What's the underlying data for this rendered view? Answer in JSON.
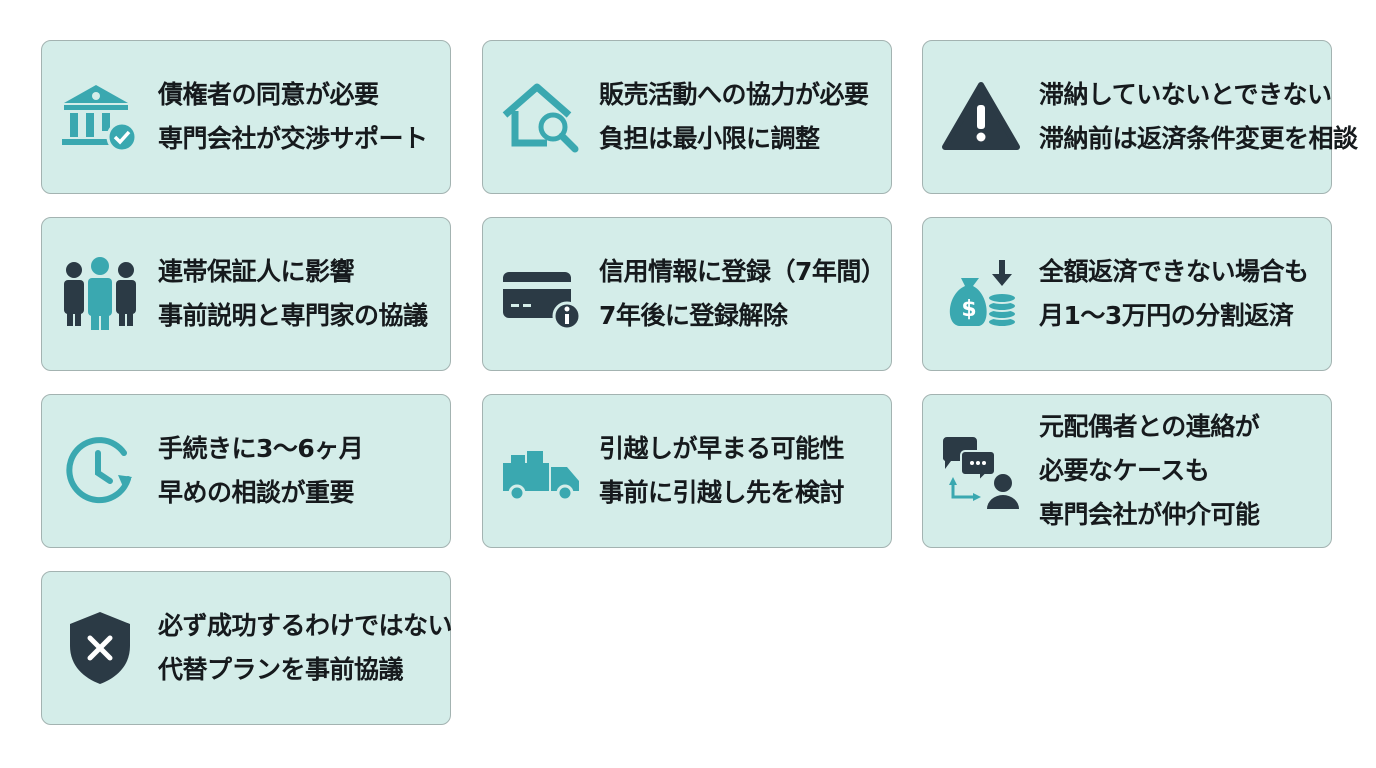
{
  "colors": {
    "card_bg": "#d4ede9",
    "teal": "#3aa8b0",
    "dark": "#2b3a45",
    "border": "#a3b3b1"
  },
  "cards": [
    {
      "icon": "bank-check-icon",
      "lines": [
        "債権者の同意が必要",
        "専門会社が交渉サポート"
      ]
    },
    {
      "icon": "house-search-icon",
      "lines": [
        "販売活動への協力が必要",
        "負担は最小限に調整"
      ]
    },
    {
      "icon": "warning-icon",
      "lines": [
        "滞納していないとできない",
        "滞納前は返済条件変更を相談"
      ]
    },
    {
      "icon": "people-icon",
      "lines": [
        "連帯保証人に影響",
        "事前説明と専門家の協議"
      ]
    },
    {
      "icon": "credit-card-info-icon",
      "lines": [
        "信用情報に登録（7年間）",
        "7年後に登録解除"
      ]
    },
    {
      "icon": "money-bag-coins-icon",
      "lines": [
        "全額返済できない場合も",
        "月1〜3万円の分割返済"
      ]
    },
    {
      "icon": "clock-icon",
      "lines": [
        "手続きに3〜6ヶ月",
        "早めの相談が重要"
      ]
    },
    {
      "icon": "moving-truck-icon",
      "lines": [
        "引越しが早まる可能性",
        "事前に引越し先を検討"
      ]
    },
    {
      "icon": "chat-person-icon",
      "lines": [
        "元配偶者との連絡が",
        "必要なケースも",
        "専門会社が仲介可能"
      ]
    },
    {
      "icon": "shield-x-icon",
      "lines": [
        "必ず成功するわけではない",
        "代替プランを事前協議"
      ]
    }
  ]
}
